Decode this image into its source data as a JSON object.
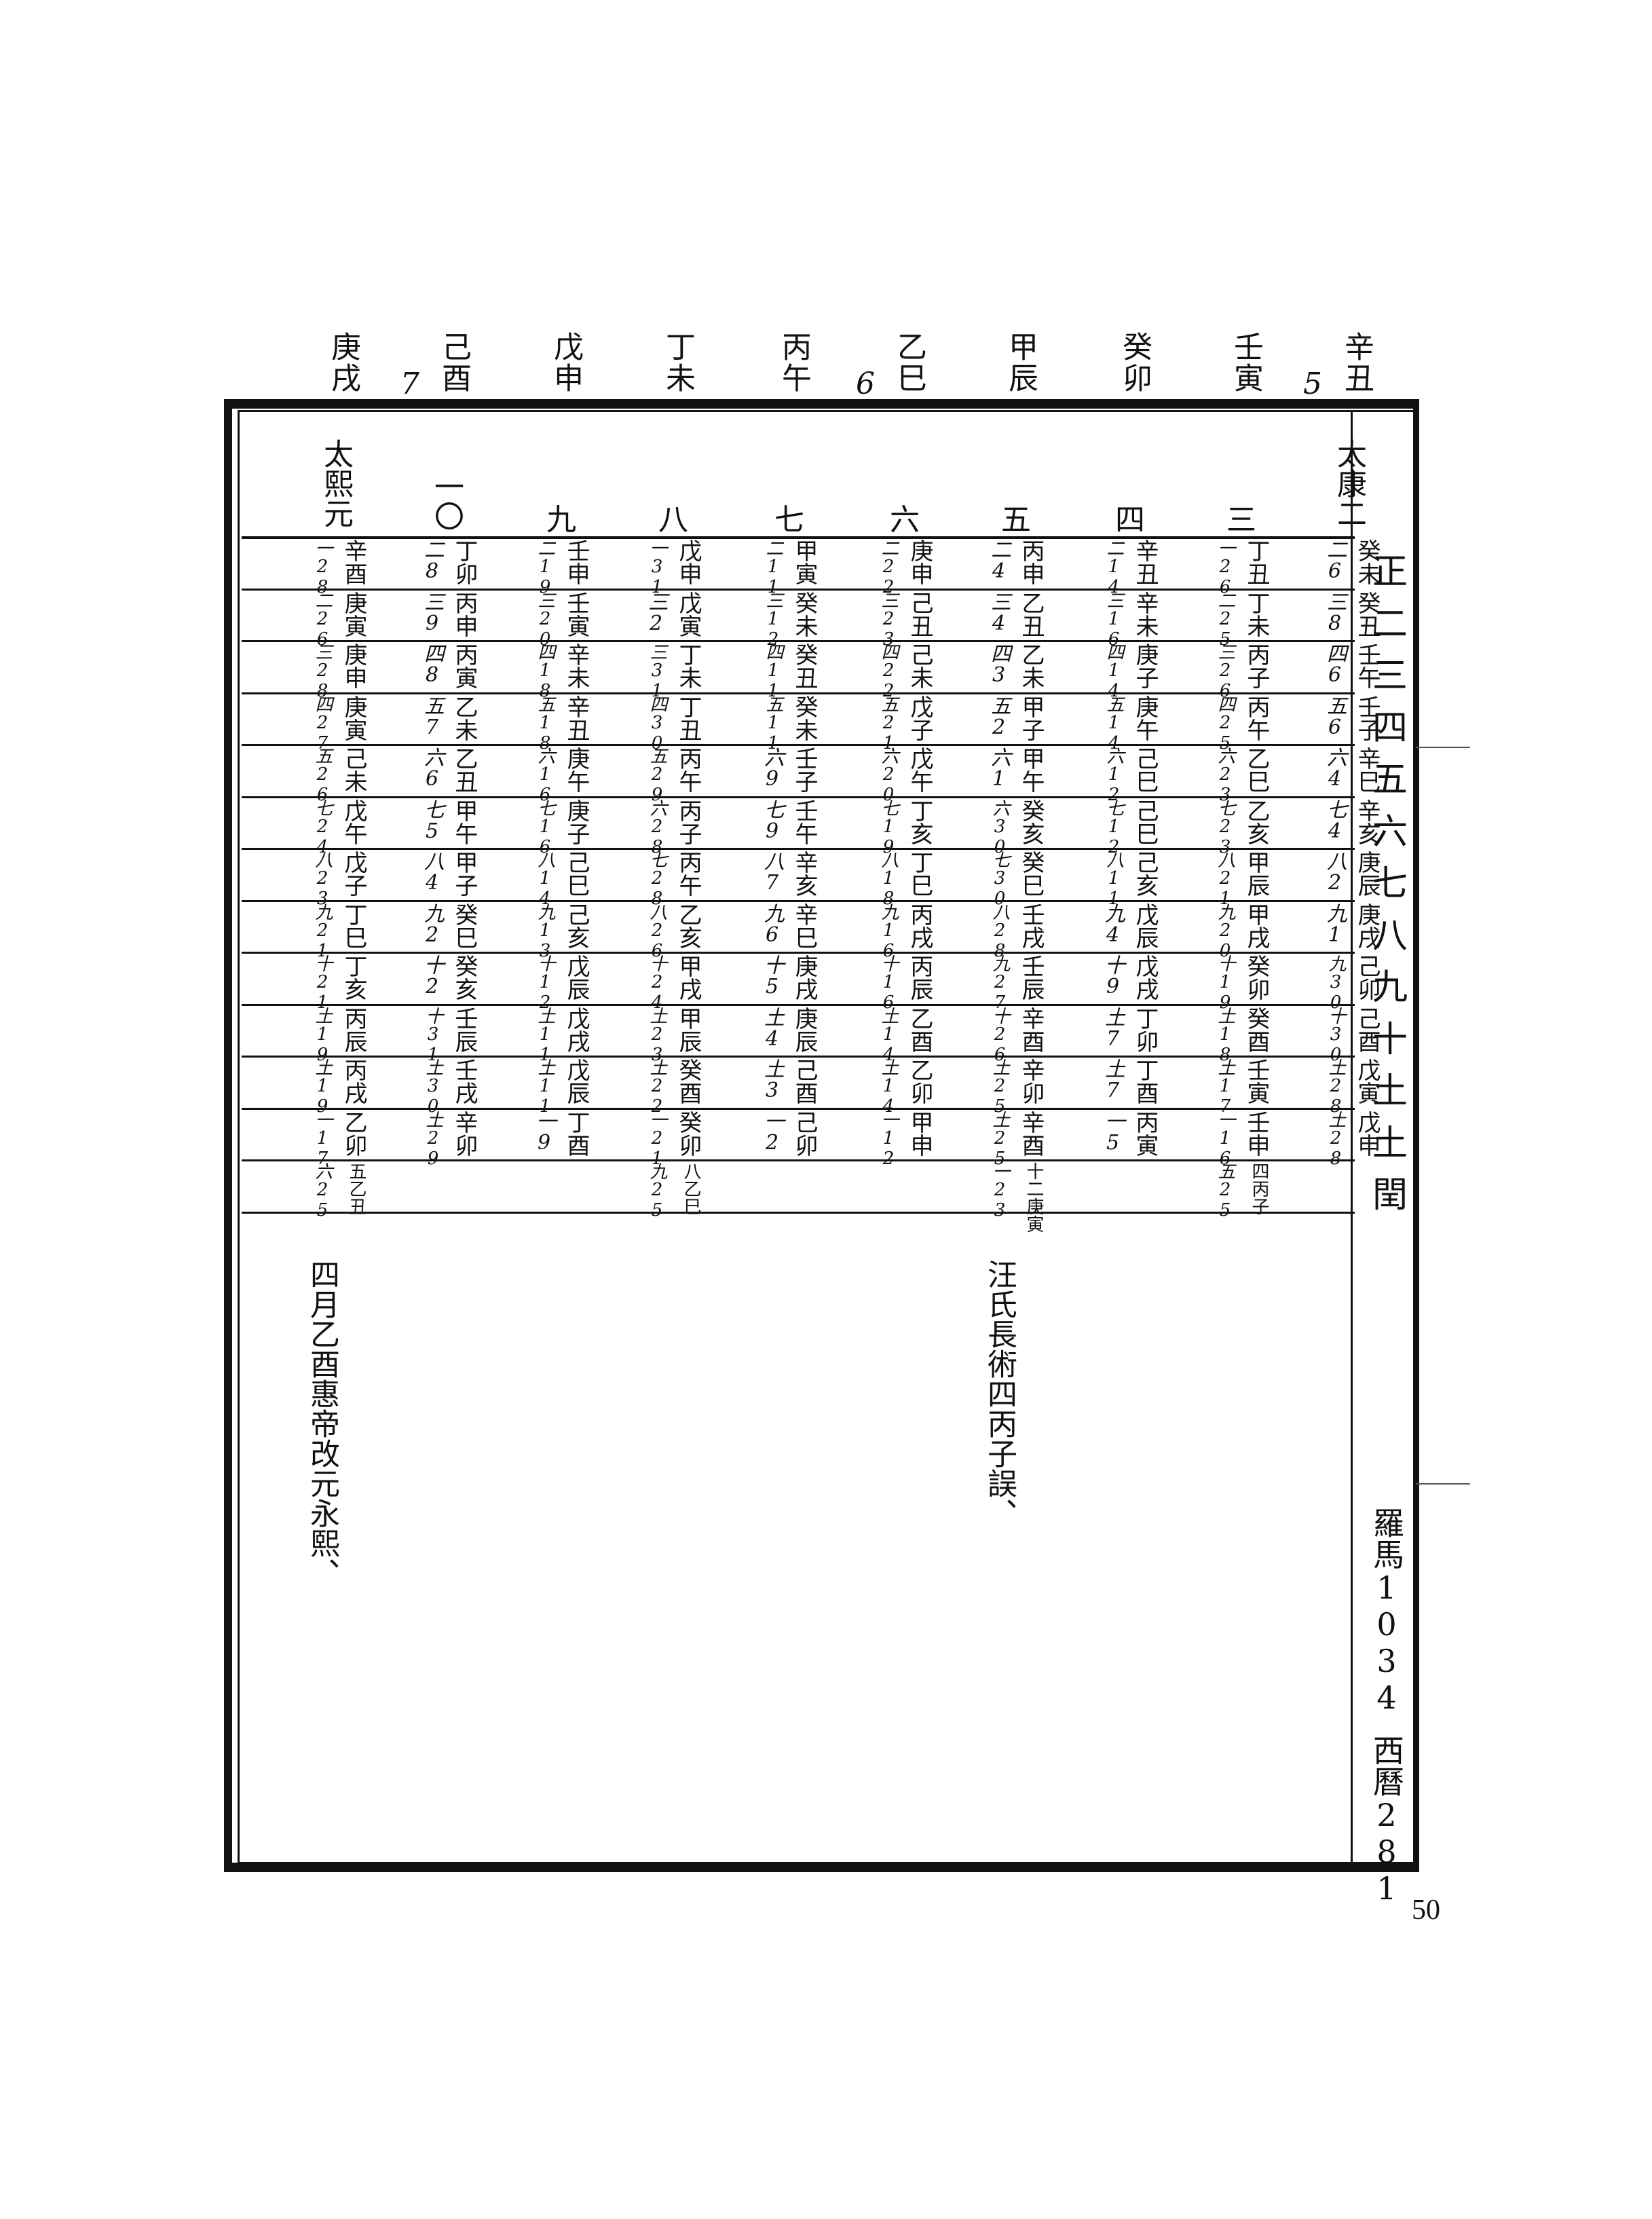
{
  "page_number": "50",
  "year_labels": [
    "辛丑",
    "壬寅",
    "癸卯",
    "甲辰",
    "乙巳",
    "丙午",
    "丁未",
    "戊申",
    "己酉",
    "庚戌"
  ],
  "year_marks": [
    {
      "after_index": 0,
      "text": "5"
    },
    {
      "after_index": 4,
      "text": "6"
    },
    {
      "after_index": 8,
      "text": "7"
    }
  ],
  "reigns": [
    {
      "col": 0,
      "text": "太康二"
    },
    {
      "col": 1,
      "text": "三"
    },
    {
      "col": 2,
      "text": "四"
    },
    {
      "col": 3,
      "text": "五"
    },
    {
      "col": 4,
      "text": "六"
    },
    {
      "col": 5,
      "text": "七"
    },
    {
      "col": 6,
      "text": "八"
    },
    {
      "col": 7,
      "text": "九"
    },
    {
      "col": 8,
      "text": "一〇"
    },
    {
      "col": 9,
      "text": "太熙元"
    }
  ],
  "month_headers": [
    "正",
    "二",
    "三",
    "四",
    "五",
    "六",
    "七",
    "八",
    "九",
    "十",
    "土",
    "土",
    "閏"
  ],
  "columns": [
    {
      "cells": [
        [
          "癸未",
          "二6"
        ],
        [
          "癸丑",
          "三8"
        ],
        [
          "壬午",
          "四6"
        ],
        [
          "壬子",
          "五6"
        ],
        [
          "辛巳",
          "六4"
        ],
        [
          "辛亥",
          "七4"
        ],
        [
          "庚辰",
          "八2"
        ],
        [
          "庚戌",
          "九1"
        ],
        [
          "己卯",
          "九30"
        ],
        [
          "己酉",
          "十30"
        ],
        [
          "戊寅",
          "土28"
        ],
        [
          "戊申",
          "土28"
        ],
        [
          "",
          ""
        ]
      ]
    },
    {
      "cells": [
        [
          "丁丑",
          "一26"
        ],
        [
          "丁未",
          "二25"
        ],
        [
          "丙子",
          "三26"
        ],
        [
          "丙午",
          "四25"
        ],
        [
          "乙巳",
          "六23"
        ],
        [
          "乙亥",
          "七23"
        ],
        [
          "甲辰",
          "八21"
        ],
        [
          "甲戌",
          "九20"
        ],
        [
          "癸卯",
          "十19"
        ],
        [
          "癸酉",
          "土18"
        ],
        [
          "壬寅",
          "土17"
        ],
        [
          "壬申",
          "一16"
        ],
        [
          "四丙子",
          "五25"
        ]
      ]
    },
    {
      "cells": [
        [
          "辛丑",
          "二14"
        ],
        [
          "辛未",
          "三16"
        ],
        [
          "庚子",
          "四14"
        ],
        [
          "庚午",
          "五14"
        ],
        [
          "己巳",
          "六12"
        ],
        [
          "己巳",
          "七12"
        ],
        [
          "己亥",
          "八11"
        ],
        [
          "戊辰",
          "九4"
        ],
        [
          "戊戌",
          "十9"
        ],
        [
          "丁卯",
          "土7"
        ],
        [
          "丁酉",
          "土7"
        ],
        [
          "丙寅",
          "一5"
        ],
        [
          "",
          ""
        ]
      ]
    },
    {
      "cells": [
        [
          "丙申",
          "二4"
        ],
        [
          "乙丑",
          "三4"
        ],
        [
          "乙未",
          "四3"
        ],
        [
          "甲子",
          "五2"
        ],
        [
          "甲午",
          "六1"
        ],
        [
          "癸亥",
          "六30"
        ],
        [
          "癸巳",
          "七30"
        ],
        [
          "壬戌",
          "八28"
        ],
        [
          "壬辰",
          "九27"
        ],
        [
          "辛酉",
          "十26"
        ],
        [
          "辛卯",
          "土25"
        ],
        [
          "辛酉",
          "土25"
        ],
        [
          "十二庚寅",
          "一23"
        ]
      ]
    },
    {
      "cells": [
        [
          "庚申",
          "二22"
        ],
        [
          "己丑",
          "三23"
        ],
        [
          "己未",
          "四22"
        ],
        [
          "戊子",
          "五21"
        ],
        [
          "戊午",
          "六20"
        ],
        [
          "丁亥",
          "七19"
        ],
        [
          "丁巳",
          "八18"
        ],
        [
          "丙戌",
          "九16"
        ],
        [
          "丙辰",
          "十16"
        ],
        [
          "乙酉",
          "土14"
        ],
        [
          "乙卯",
          "土14"
        ],
        [
          "甲申",
          "一12"
        ],
        [
          "",
          ""
        ]
      ]
    },
    {
      "cells": [
        [
          "甲寅",
          "二11"
        ],
        [
          "癸未",
          "三12"
        ],
        [
          "癸丑",
          "四11"
        ],
        [
          "癸未",
          "五11"
        ],
        [
          "壬子",
          "六9"
        ],
        [
          "壬午",
          "七9"
        ],
        [
          "辛亥",
          "八7"
        ],
        [
          "辛巳",
          "九6"
        ],
        [
          "庚戌",
          "十5"
        ],
        [
          "庚辰",
          "土4"
        ],
        [
          "己酉",
          "土3"
        ],
        [
          "己卯",
          "一2"
        ],
        [
          "",
          ""
        ]
      ]
    },
    {
      "cells": [
        [
          "戊申",
          "一31"
        ],
        [
          "戊寅",
          "三2"
        ],
        [
          "丁未",
          "三31"
        ],
        [
          "丁丑",
          "四30"
        ],
        [
          "丙午",
          "五29"
        ],
        [
          "丙子",
          "六28"
        ],
        [
          "丙午",
          "七28"
        ],
        [
          "乙亥",
          "八26"
        ],
        [
          "甲戌",
          "十24"
        ],
        [
          "甲辰",
          "土23"
        ],
        [
          "癸酉",
          "土22"
        ],
        [
          "癸卯",
          "一21"
        ],
        [
          "八乙巳",
          "九25"
        ]
      ]
    },
    {
      "cells": [
        [
          "壬申",
          "二19"
        ],
        [
          "壬寅",
          "三20"
        ],
        [
          "辛未",
          "四18"
        ],
        [
          "辛丑",
          "五18"
        ],
        [
          "庚午",
          "六16"
        ],
        [
          "庚子",
          "七16"
        ],
        [
          "己巳",
          "八14"
        ],
        [
          "己亥",
          "九13"
        ],
        [
          "戊辰",
          "十12"
        ],
        [
          "戊戌",
          "土11"
        ],
        [
          "戊辰",
          "土11"
        ],
        [
          "丁酉",
          "一9"
        ],
        [
          "",
          ""
        ]
      ]
    },
    {
      "cells": [
        [
          "丁卯",
          "二8"
        ],
        [
          "丙申",
          "三9"
        ],
        [
          "丙寅",
          "四8"
        ],
        [
          "乙未",
          "五7"
        ],
        [
          "乙丑",
          "六6"
        ],
        [
          "甲午",
          "七5"
        ],
        [
          "甲子",
          "八4"
        ],
        [
          "癸巳",
          "九2"
        ],
        [
          "癸亥",
          "十2"
        ],
        [
          "壬辰",
          "十31"
        ],
        [
          "壬戌",
          "土30"
        ],
        [
          "辛卯",
          "土29"
        ],
        [
          "",
          ""
        ]
      ]
    },
    {
      "cells": [
        [
          "辛酉",
          "一28"
        ],
        [
          "庚寅",
          "二26"
        ],
        [
          "庚申",
          "三28"
        ],
        [
          "庚寅",
          "四27"
        ],
        [
          "己未",
          "五26"
        ],
        [
          "戊午",
          "七24"
        ],
        [
          "戊子",
          "八23"
        ],
        [
          "丁巳",
          "九21"
        ],
        [
          "丁亥",
          "十21"
        ],
        [
          "丙辰",
          "土19"
        ],
        [
          "丙戌",
          "土19"
        ],
        [
          "乙卯",
          "一17"
        ],
        [
          "五乙丑",
          "六25"
        ]
      ]
    }
  ],
  "notes": [
    {
      "col": 3,
      "text": "汪氏長術四丙子誤、"
    },
    {
      "col": 9,
      "text": "四月乙酉惠帝改元永熙、"
    }
  ],
  "right_notes": [
    "羅馬1034",
    "西曆281"
  ]
}
